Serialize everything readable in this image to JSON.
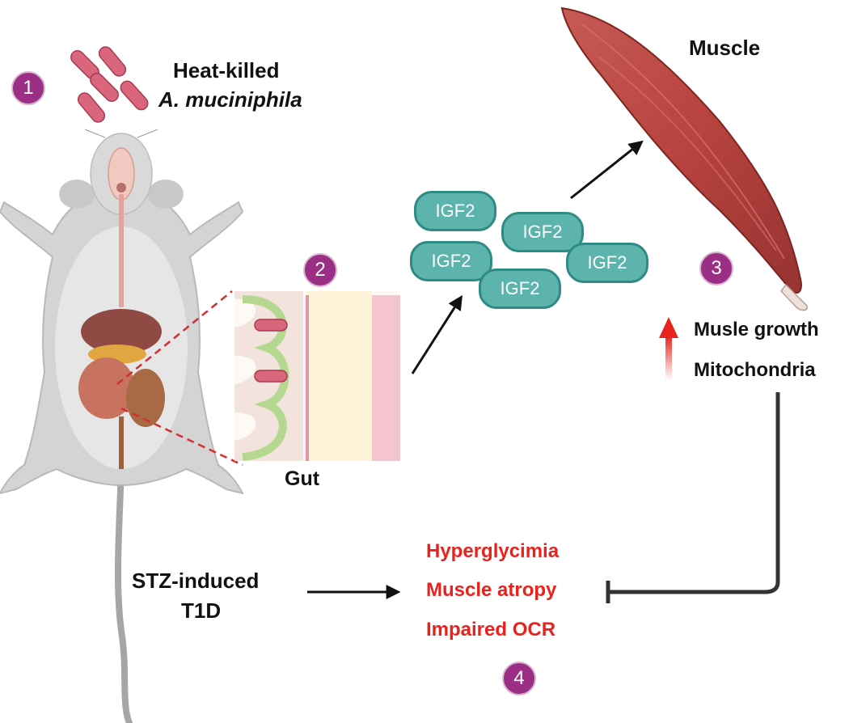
{
  "title": {
    "line1": "Heat-killed",
    "line2": "A. muciniphila"
  },
  "labels": {
    "muscle": "Muscle",
    "gut": "Gut",
    "stz_line1": "STZ-induced",
    "stz_line2": "T1D"
  },
  "effects_up": [
    "Musle growth",
    "Mitochondria"
  ],
  "outcomes": [
    "Hyperglycimia",
    "Muscle atropy",
    "Impaired OCR"
  ],
  "molecules": [
    "IGF2",
    "IGF2",
    "IGF2",
    "IGF2",
    "IGF2"
  ],
  "steps": [
    "1",
    "2",
    "3",
    "4"
  ],
  "colors": {
    "badge": "#9b2f86",
    "igf2": "#5cb4ad",
    "outcome_text": "#e8231d",
    "muscle": "#b8433f",
    "bacteria": "#d9667a"
  }
}
